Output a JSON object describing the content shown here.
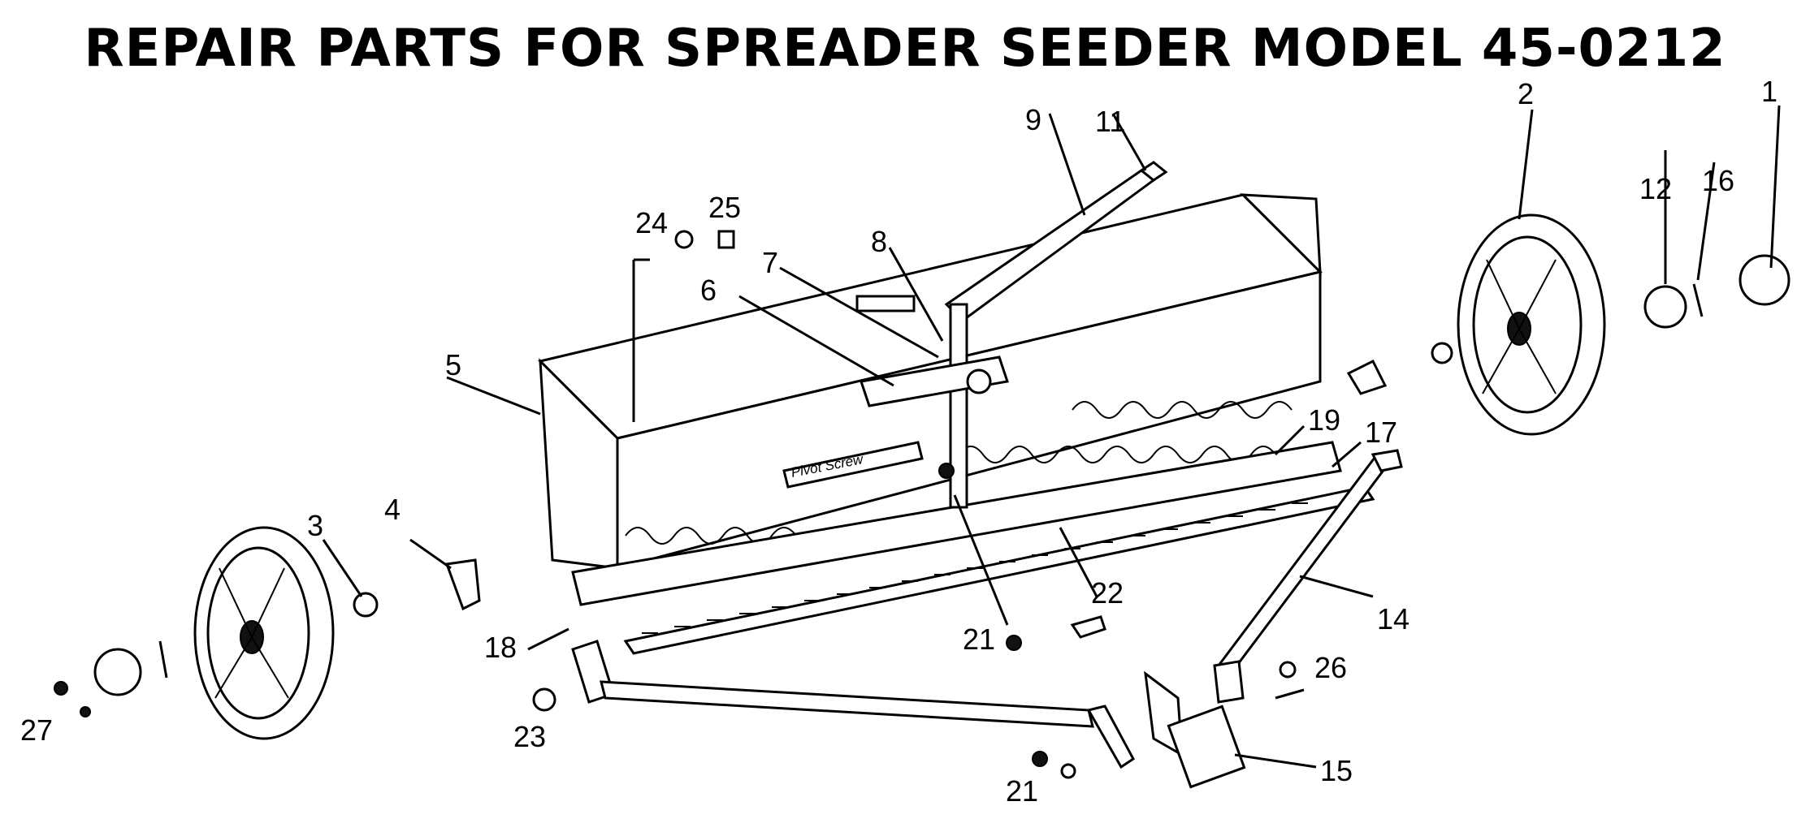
{
  "title": "REPAIR PARTS FOR SPREADER SEEDER MODEL 45-0212",
  "diagram": {
    "pivot_label": "Pivot Screw",
    "callouts": {
      "p1": "1",
      "p2": "2",
      "p3": "3",
      "p4": "4",
      "p5": "5",
      "p6": "6",
      "p7": "7",
      "p8": "8",
      "p9": "9",
      "p11": "11",
      "p12": "12",
      "p14": "14",
      "p15": "15",
      "p16": "16",
      "p17": "17",
      "p18": "18",
      "p19": "19",
      "p21a": "21",
      "p21b": "21",
      "p22": "22",
      "p23": "23",
      "p24": "24",
      "p25": "25",
      "p26": "26",
      "p27": "27"
    }
  }
}
